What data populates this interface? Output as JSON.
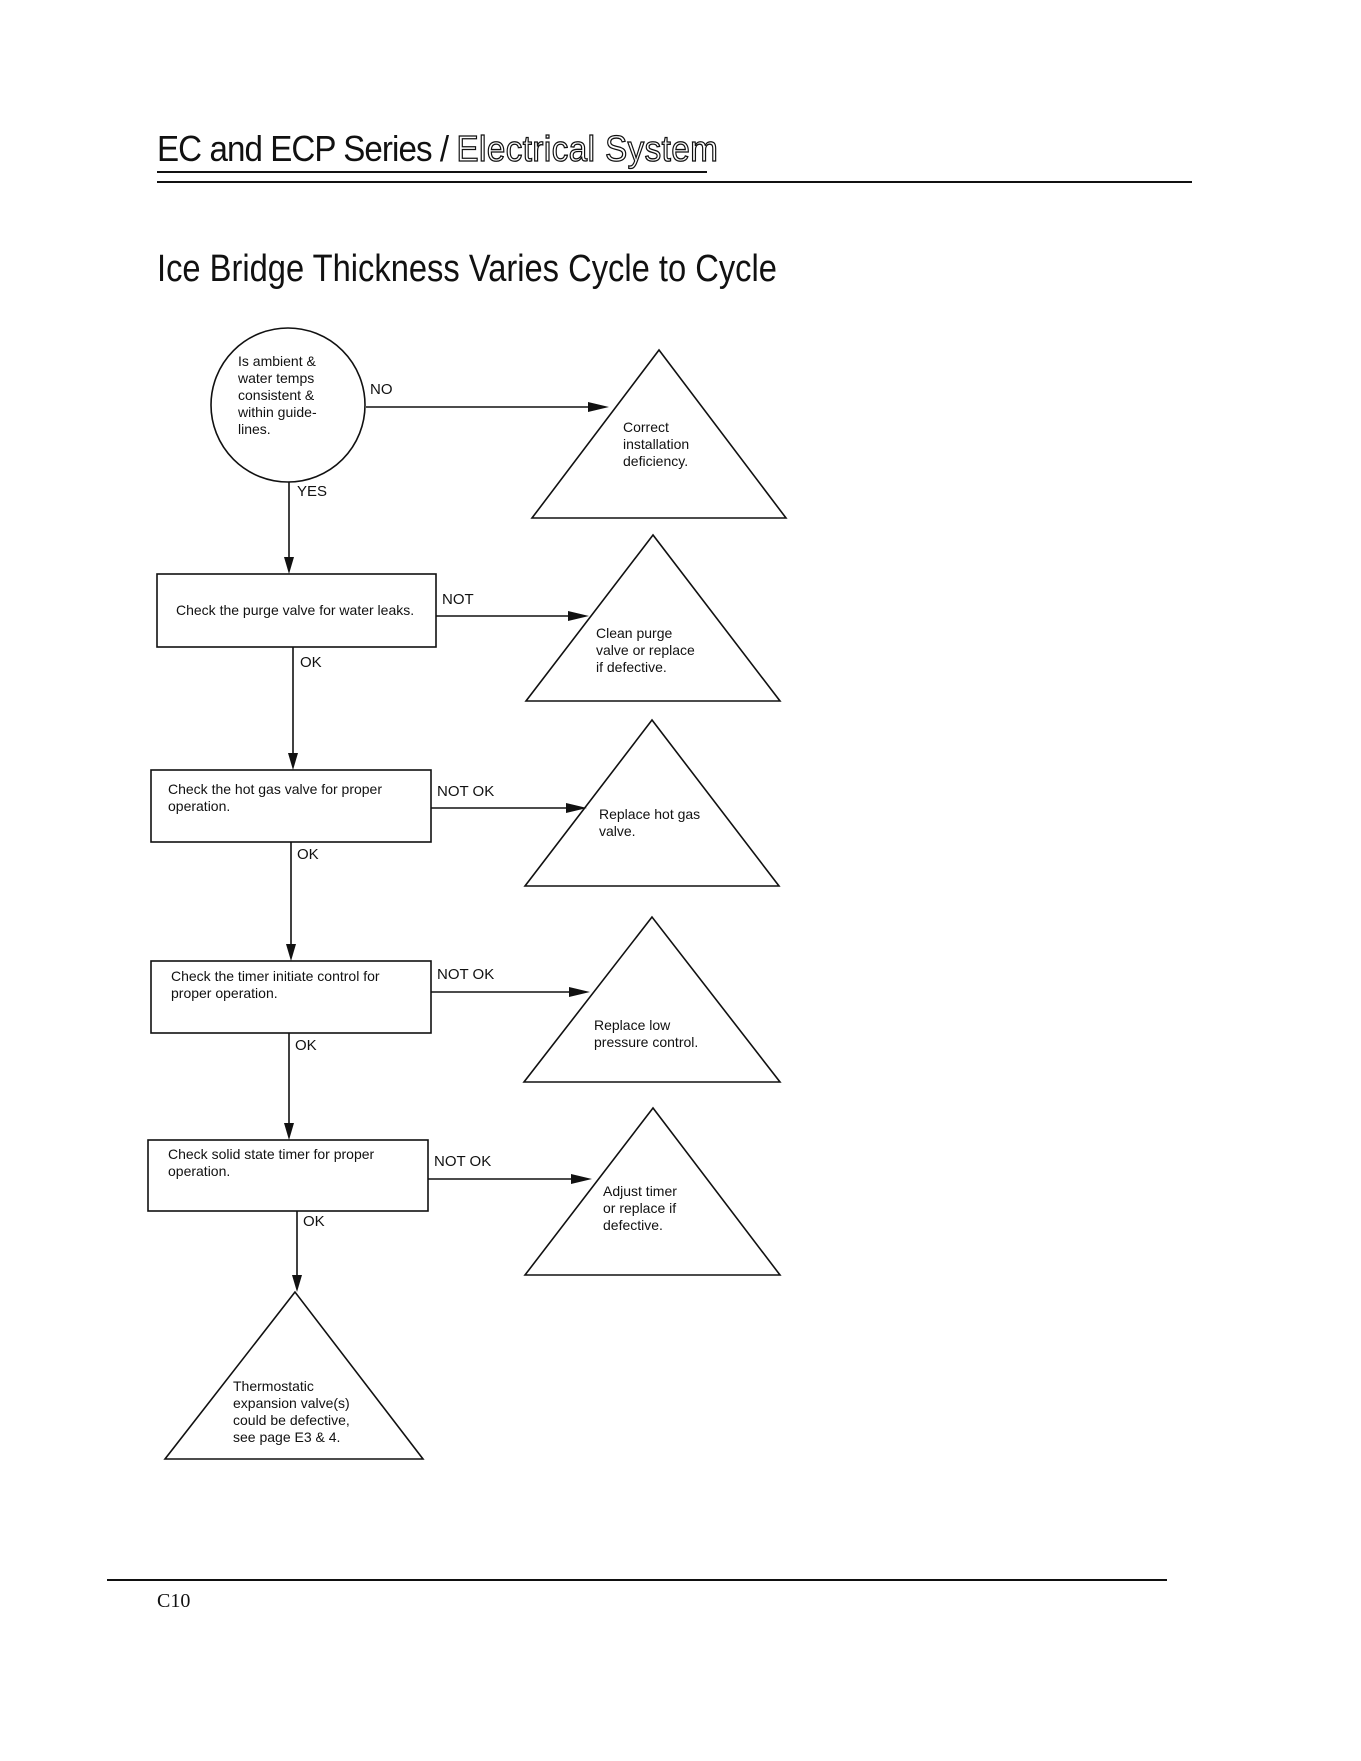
{
  "header": {
    "series": "EC and ECP Series / ",
    "section": "Electrical System"
  },
  "title": "Ice Bridge Thickness Varies Cycle to Cycle",
  "decision": {
    "question": [
      "Is ambient &",
      "water temps",
      "consistent &",
      "within guide-",
      "lines."
    ],
    "no_label": "NO",
    "yes_label": "YES"
  },
  "checks": [
    {
      "lines": [
        "Check the purge valve for water leaks."
      ],
      "fail_label": "NOT",
      "pass_label": "OK"
    },
    {
      "lines": [
        "Check the hot gas valve for proper",
        "operation."
      ],
      "fail_label": "NOT OK",
      "pass_label": "OK"
    },
    {
      "lines": [
        "Check the timer initiate control for",
        "proper operation."
      ],
      "fail_label": "NOT OK",
      "pass_label": "OK"
    },
    {
      "lines": [
        "Check solid state timer for proper",
        "operation."
      ],
      "fail_label": "NOT OK",
      "pass_label": "OK"
    }
  ],
  "actions": [
    {
      "lines": [
        "Correct",
        "installation",
        "deficiency."
      ]
    },
    {
      "lines": [
        "Clean purge",
        "valve or replace",
        "if defective."
      ]
    },
    {
      "lines": [
        "Replace hot gas",
        "valve."
      ]
    },
    {
      "lines": [
        "Replace low",
        "pressure control."
      ]
    },
    {
      "lines": [
        "Adjust timer",
        "or replace if",
        "defective."
      ]
    }
  ],
  "final": {
    "lines": [
      "Thermostatic",
      "expansion valve(s)",
      "could be defective,",
      "see page E3 & 4."
    ]
  },
  "footer": {
    "page": "C10"
  }
}
